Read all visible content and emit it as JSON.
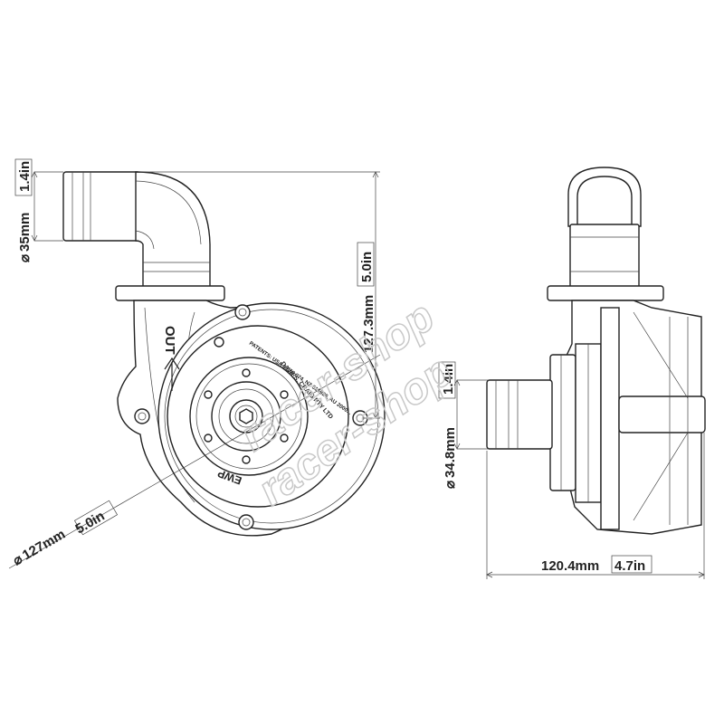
{
  "dimensions": {
    "inlet_left": {
      "mm": "35mm",
      "in": "1.4in",
      "symbol": "⌀"
    },
    "height": {
      "mm": "127.3mm",
      "in": "5.0in"
    },
    "diameter": {
      "mm": "127mm",
      "in": "5.0in",
      "symbol": "⌀"
    },
    "inlet_right": {
      "mm": "34.8mm",
      "in": "1.4in",
      "symbol": "⌀"
    },
    "length": {
      "mm": "120.4mm",
      "in": "4.7in"
    }
  },
  "markings": {
    "out_label": "OUT",
    "ewp_label": "EWP",
    "patents": "PATENTS: USA 6,659,074, NZ 515926, AU 2000...",
    "brand": "DAVIES, CRAIG PTY LTD"
  },
  "watermark": {
    "text": "racer-shop"
  }
}
